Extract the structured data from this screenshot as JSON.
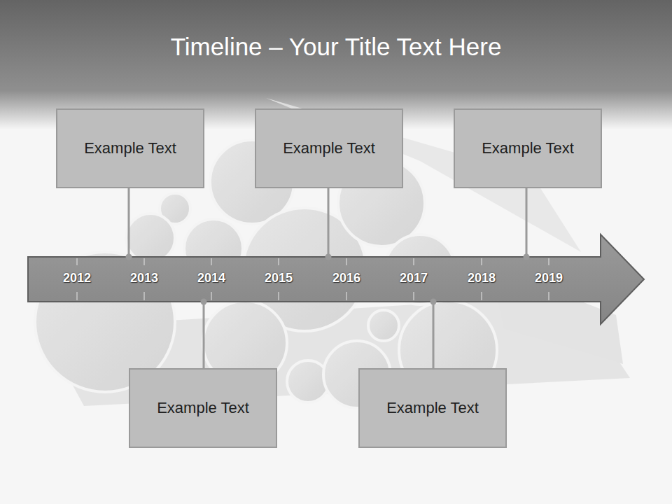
{
  "diagram": {
    "title": "Timeline – Your Title Text Here",
    "nodes": [
      {
        "text": [
          "Example Text"
        ]
      },
      {
        "text": [
          "Example Text"
        ]
      },
      {
        "text": [
          "Example Text"
        ]
      },
      {
        "text": [
          "Example Text"
        ]
      },
      {
        "text": [
          "Example Text"
        ]
      }
    ],
    "labels": [
      "2012",
      "2013",
      "2014",
      "2015",
      "2016",
      "2017",
      "2018",
      "2019"
    ]
  }
}
